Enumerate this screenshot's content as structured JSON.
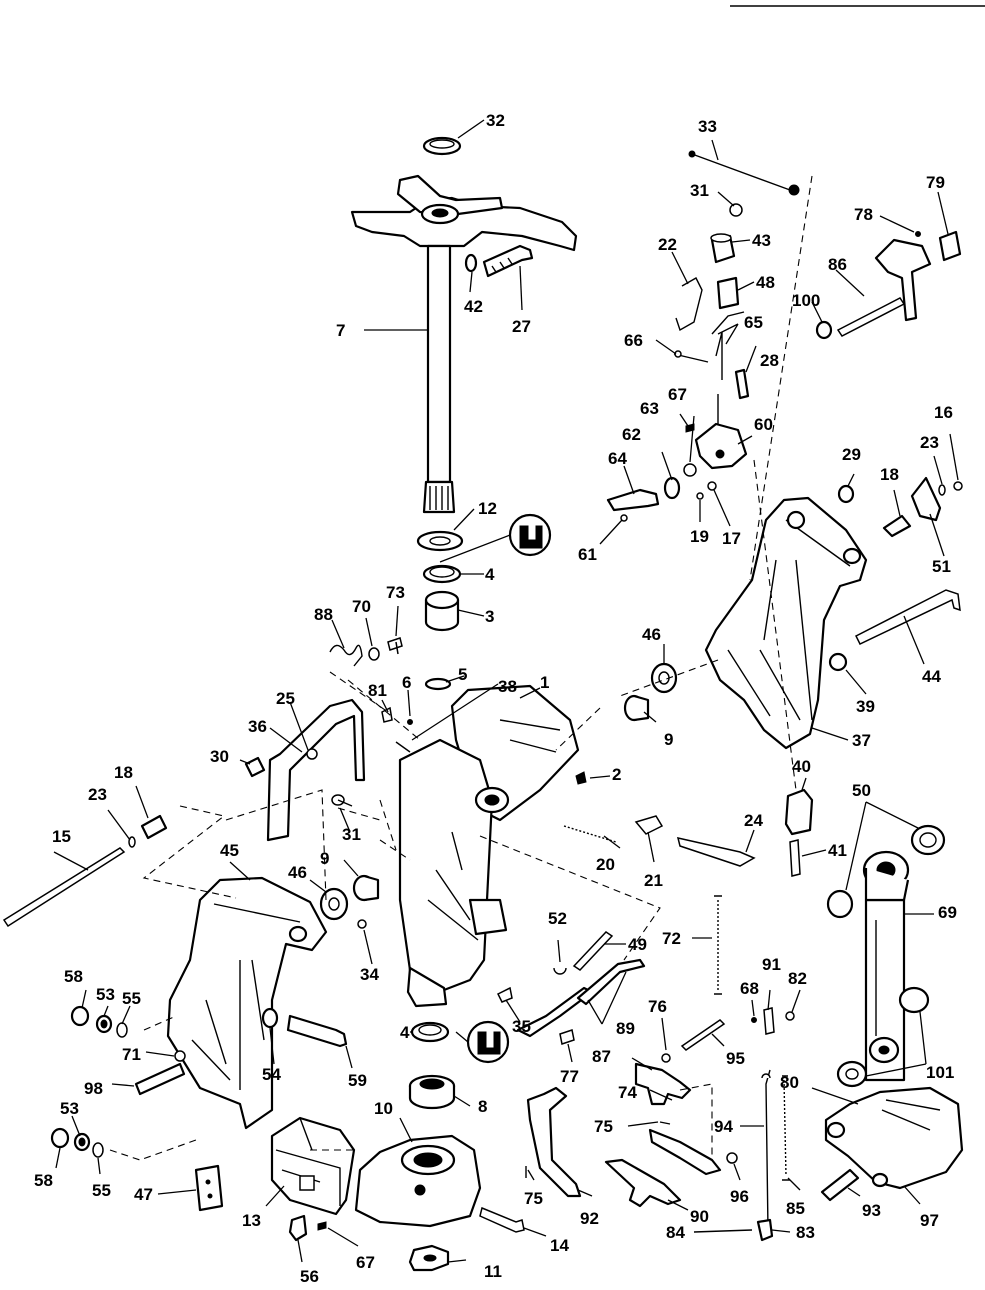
{
  "diagram": {
    "parts": [
      {
        "id": "1"
      },
      {
        "id": "2"
      },
      {
        "id": "3"
      },
      {
        "id": "4a"
      },
      {
        "id": "4b"
      },
      {
        "id": "5"
      },
      {
        "id": "6"
      },
      {
        "id": "7"
      },
      {
        "id": "8"
      },
      {
        "id": "9a"
      },
      {
        "id": "9b"
      },
      {
        "id": "10"
      },
      {
        "id": "11"
      },
      {
        "id": "12"
      },
      {
        "id": "13"
      },
      {
        "id": "14"
      },
      {
        "id": "15"
      },
      {
        "id": "16"
      },
      {
        "id": "17"
      },
      {
        "id": "18a"
      },
      {
        "id": "18b"
      },
      {
        "id": "19"
      },
      {
        "id": "20"
      },
      {
        "id": "21"
      },
      {
        "id": "22"
      },
      {
        "id": "23a"
      },
      {
        "id": "23b"
      },
      {
        "id": "24"
      },
      {
        "id": "25"
      },
      {
        "id": "27"
      },
      {
        "id": "28"
      },
      {
        "id": "29"
      },
      {
        "id": "30"
      },
      {
        "id": "31a"
      },
      {
        "id": "31b"
      },
      {
        "id": "32"
      },
      {
        "id": "33"
      },
      {
        "id": "34"
      },
      {
        "id": "35"
      },
      {
        "id": "36"
      },
      {
        "id": "37"
      },
      {
        "id": "38"
      },
      {
        "id": "39"
      },
      {
        "id": "40"
      },
      {
        "id": "41"
      },
      {
        "id": "42"
      },
      {
        "id": "43"
      },
      {
        "id": "44"
      },
      {
        "id": "45"
      },
      {
        "id": "46a"
      },
      {
        "id": "46b"
      },
      {
        "id": "47"
      },
      {
        "id": "48"
      },
      {
        "id": "49"
      },
      {
        "id": "50"
      },
      {
        "id": "51"
      },
      {
        "id": "52"
      },
      {
        "id": "53a"
      },
      {
        "id": "53b"
      },
      {
        "id": "54"
      },
      {
        "id": "55a"
      },
      {
        "id": "55b"
      },
      {
        "id": "56"
      },
      {
        "id": "58a"
      },
      {
        "id": "58b"
      },
      {
        "id": "59"
      },
      {
        "id": "60"
      },
      {
        "id": "61"
      },
      {
        "id": "62"
      },
      {
        "id": "63"
      },
      {
        "id": "64"
      },
      {
        "id": "65"
      },
      {
        "id": "66"
      },
      {
        "id": "67a"
      },
      {
        "id": "67b"
      },
      {
        "id": "68"
      },
      {
        "id": "69"
      },
      {
        "id": "70"
      },
      {
        "id": "71"
      },
      {
        "id": "72"
      },
      {
        "id": "73"
      },
      {
        "id": "74"
      },
      {
        "id": "75a"
      },
      {
        "id": "75b"
      },
      {
        "id": "76"
      },
      {
        "id": "77"
      },
      {
        "id": "78"
      },
      {
        "id": "79"
      },
      {
        "id": "80"
      },
      {
        "id": "81"
      },
      {
        "id": "82"
      },
      {
        "id": "83"
      },
      {
        "id": "84"
      },
      {
        "id": "85"
      },
      {
        "id": "86"
      },
      {
        "id": "87"
      },
      {
        "id": "88"
      },
      {
        "id": "89"
      },
      {
        "id": "90"
      },
      {
        "id": "91"
      },
      {
        "id": "92"
      },
      {
        "id": "93"
      },
      {
        "id": "94"
      },
      {
        "id": "95"
      },
      {
        "id": "96"
      },
      {
        "id": "97"
      },
      {
        "id": "98"
      },
      {
        "id": "100"
      },
      {
        "id": "101"
      }
    ],
    "labels": {
      "l1": "1",
      "l2": "2",
      "l3": "3",
      "l4a": "4",
      "l4b": "4",
      "l5": "5",
      "l6": "6",
      "l7": "7",
      "l8": "8",
      "l9a": "9",
      "l9b": "9",
      "l10": "10",
      "l11": "11",
      "l12": "12",
      "l13": "13",
      "l14": "14",
      "l15": "15",
      "l16": "16",
      "l17": "17",
      "l18a": "18",
      "l18b": "18",
      "l19": "19",
      "l20": "20",
      "l21": "21",
      "l22": "22",
      "l23a": "23",
      "l23b": "23",
      "l24": "24",
      "l25": "25",
      "l27": "27",
      "l28": "28",
      "l29": "29",
      "l30": "30",
      "l31a": "31",
      "l31b": "31",
      "l32": "32",
      "l33": "33",
      "l34": "34",
      "l35": "35",
      "l36": "36",
      "l37": "37",
      "l38": "38",
      "l39": "39",
      "l40": "40",
      "l41": "41",
      "l42": "42",
      "l43": "43",
      "l44": "44",
      "l45": "45",
      "l46a": "46",
      "l46b": "46",
      "l47": "47",
      "l48": "48",
      "l49": "49",
      "l50": "50",
      "l51": "51",
      "l52": "52",
      "l53a": "53",
      "l53b": "53",
      "l54": "54",
      "l55a": "55",
      "l55b": "55",
      "l56": "56",
      "l58a": "58",
      "l58b": "58",
      "l59": "59",
      "l60": "60",
      "l61": "61",
      "l62": "62",
      "l63": "63",
      "l64": "64",
      "l65": "65",
      "l66": "66",
      "l67a": "67",
      "l67b": "67",
      "l68": "68",
      "l69": "69",
      "l70": "70",
      "l71": "71",
      "l72": "72",
      "l73": "73",
      "l74": "74",
      "l75a": "75",
      "l75b": "75",
      "l76": "76",
      "l77": "77",
      "l78": "78",
      "l79": "79",
      "l80": "80",
      "l81": "81",
      "l82": "82",
      "l83": "83",
      "l84": "84",
      "l85": "85",
      "l86": "86",
      "l87": "87",
      "l88": "88",
      "l89": "89",
      "l90": "90",
      "l91": "91",
      "l92": "92",
      "l93": "93",
      "l94": "94",
      "l95": "95",
      "l96": "96",
      "l97": "97",
      "l98": "98",
      "l100": "100",
      "l101": "101"
    },
    "colors": {
      "ink": "#000000",
      "paper": "#ffffff"
    }
  }
}
